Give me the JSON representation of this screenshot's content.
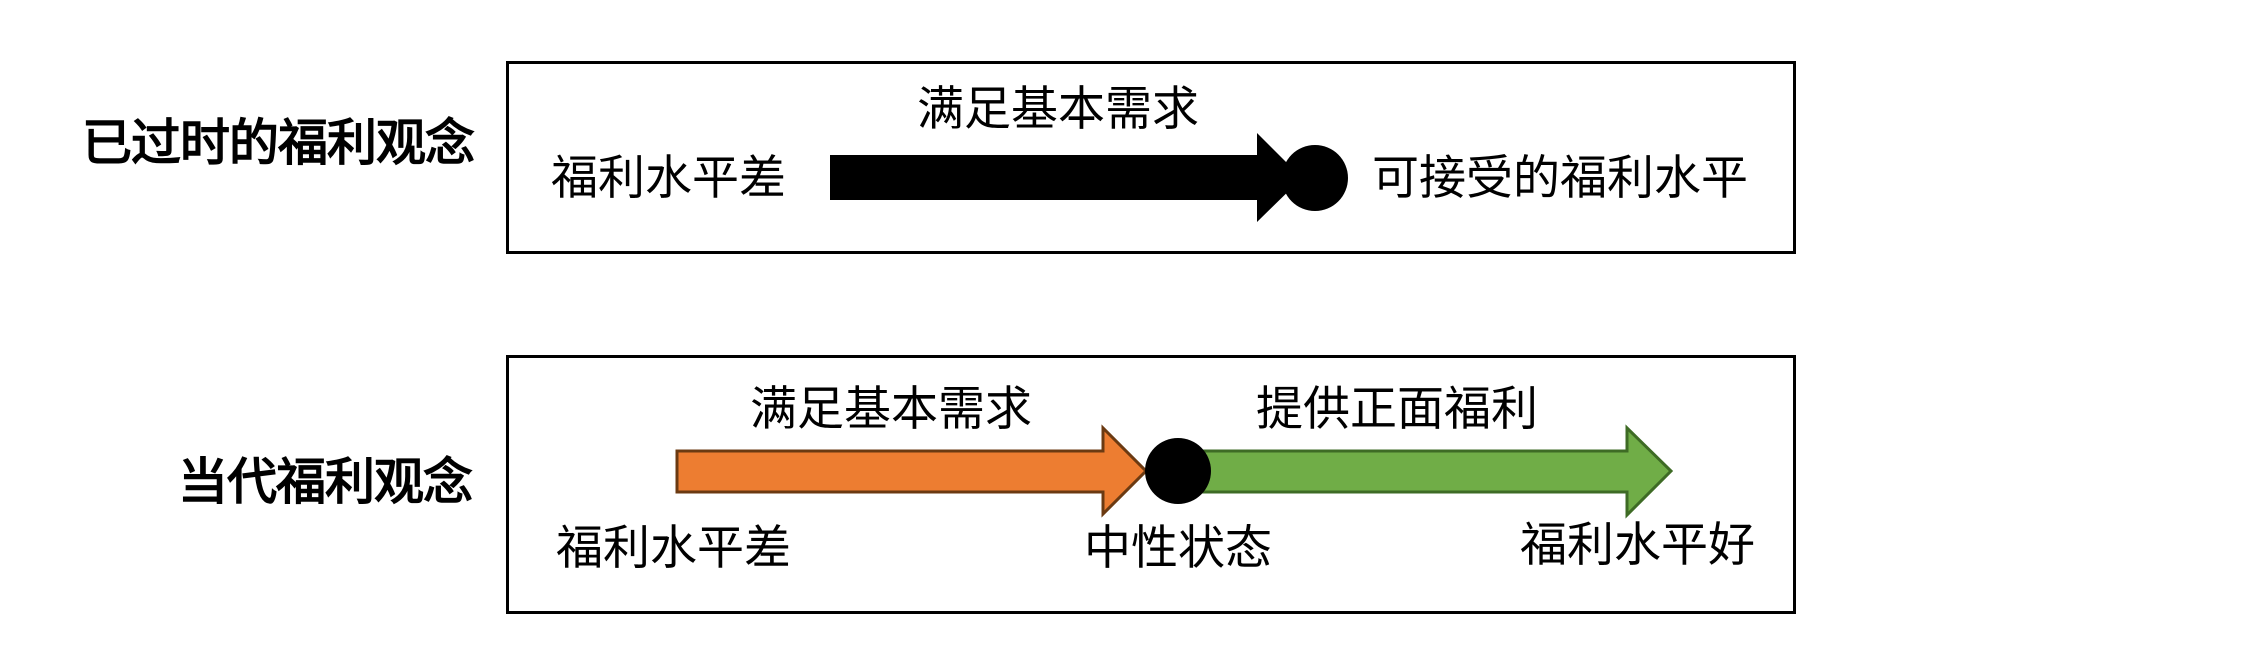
{
  "rows": [
    {
      "title": "已过时的福利观念",
      "start_label": "福利水平差",
      "arrow_label": "满足基本需求",
      "end_label": "可接受的福利水平",
      "arrow_color": "#000000"
    },
    {
      "title": "当代福利观念",
      "start_label": "福利水平差",
      "arrow1_label": "满足基本需求",
      "mid_label": "中性状态",
      "arrow2_label": "提供正面福利",
      "end_label": "福利水平好",
      "arrow1_color": "#ED7D31",
      "arrow1_stroke": "#6B3A12",
      "arrow2_color": "#70AD47",
      "arrow2_stroke": "#3E6B25"
    }
  ]
}
